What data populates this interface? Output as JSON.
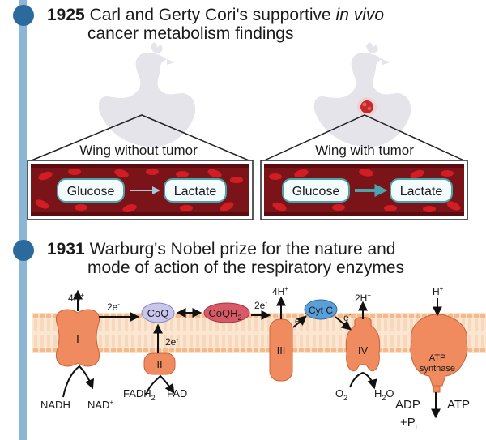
{
  "section1": {
    "year": "1925",
    "title_pre": "Carl and Gerty Cori's supportive ",
    "title_italic": "in vivo",
    "title_line2": "cancer metabolism findings",
    "left_panel": {
      "label": "Wing without tumor",
      "from": "Glucose",
      "to": "Lactate"
    },
    "right_panel": {
      "label": "Wing with tumor",
      "from": "Glucose",
      "to": "Lactate"
    }
  },
  "section2": {
    "year": "1931",
    "title_line1": "Warburg's Nobel prize for the nature and",
    "title_line2": "mode of action of the respiratory enzymes"
  },
  "diagram": {
    "complex1": "I",
    "complex2": "II",
    "complex3": "III",
    "complex4": "IV",
    "atp_line1": "ATP",
    "atp_line2": "synthase",
    "coq": "CoQ",
    "coqh": "CoQH",
    "coqh_sub": "2",
    "cytc": "Cyt C",
    "e2": "2e",
    "e_minus": "-",
    "e_single": "e",
    "h4": "4H",
    "h2": "2H",
    "h_plus": "+",
    "h": "H",
    "nadh": "NADH",
    "nad": "NAD",
    "fadh": "FADH",
    "sub2": "2",
    "fad": "FAD",
    "o": "O",
    "h2o_h": "H",
    "h2o_o": "O",
    "adp": "ADP",
    "atp": "ATP",
    "pi": "+P",
    "pi_sub": "i"
  },
  "colors": {
    "timeline": "#8bb6d6",
    "dot": "#2a6a9c",
    "complex": "#ef8b5e",
    "coq": "#c9c6ec",
    "coqh": "#d85a66",
    "cytc": "#5aa0d8",
    "vessel": "#7a1418",
    "cell": "#d21d24",
    "membrane": "#f6c79e",
    "arrow_light": "#a8c6dc",
    "arrow_strong": "#4aa3ad"
  }
}
